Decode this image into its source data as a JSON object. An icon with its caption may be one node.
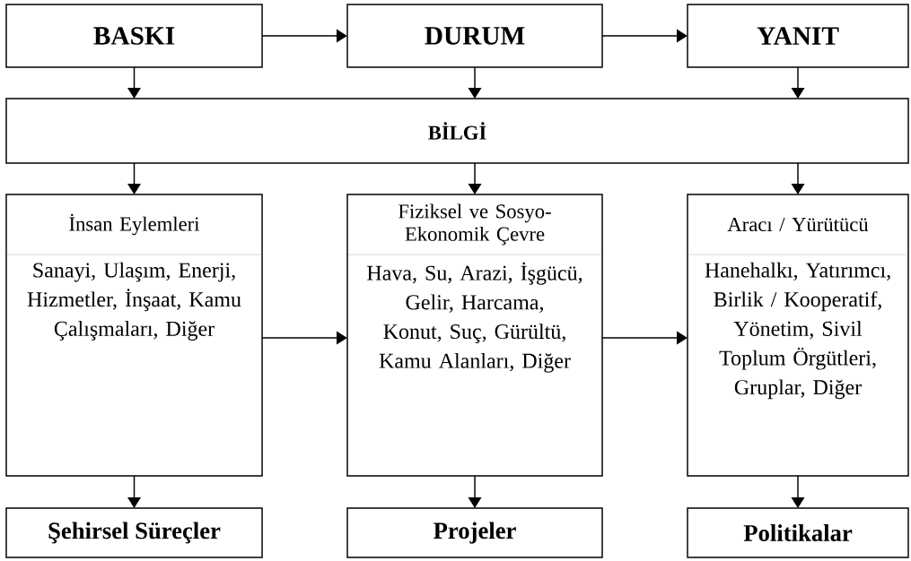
{
  "diagram": {
    "nodes": [
      {
        "text": [
          "BASKI"
        ]
      },
      {
        "text": [
          "DURUM"
        ]
      },
      {
        "text": [
          "YANIT"
        ]
      },
      {
        "text": [
          "BİLGİ"
        ]
      },
      {
        "text": [
          "İnsan Eylemleri",
          "Sanayi, Ulaşım, Enerji, Hizmetler, İnşaat, Kamu Çalışmaları, Diğer"
        ]
      },
      {
        "text": [
          "Fiziksel ve Sosyo-Ekonomik Çevre",
          "Hava, Su, Arazi, İşgücü, Gelir, Harcama, Konut, Suç, Gürültü, Kamu Alanları, Diğer"
        ]
      },
      {
        "text": [
          "Aracı / Yürütücü",
          "Hanehalkı, Yatırımcı, Birlik / Kooperatif, Yönetim, Sivil Toplum Örgütleri, Gruplar, Diğer"
        ]
      },
      {
        "text": [
          "Şehirsel Süreçler"
        ]
      },
      {
        "text": [
          "Projeler"
        ]
      },
      {
        "text": [
          "Politikalar"
        ]
      }
    ],
    "edges": [
      {
        "from": 0,
        "to": 1,
        "arrow": "to"
      },
      {
        "from": 1,
        "to": 2,
        "arrow": "to"
      },
      {
        "from": 0,
        "to": 3,
        "arrow": "to"
      },
      {
        "from": 1,
        "to": 3,
        "arrow": "to"
      },
      {
        "from": 2,
        "to": 3,
        "arrow": "to"
      },
      {
        "from": 3,
        "to": 4,
        "arrow": "to"
      },
      {
        "from": 3,
        "to": 5,
        "arrow": "to"
      },
      {
        "from": 3,
        "to": 6,
        "arrow": "to"
      },
      {
        "from": 4,
        "to": 5,
        "arrow": "to"
      },
      {
        "from": 5,
        "to": 6,
        "arrow": "to"
      },
      {
        "from": 4,
        "to": 7,
        "arrow": "to"
      },
      {
        "from": 5,
        "to": 8,
        "arrow": "to"
      },
      {
        "from": 6,
        "to": 9,
        "arrow": "to"
      }
    ]
  }
}
